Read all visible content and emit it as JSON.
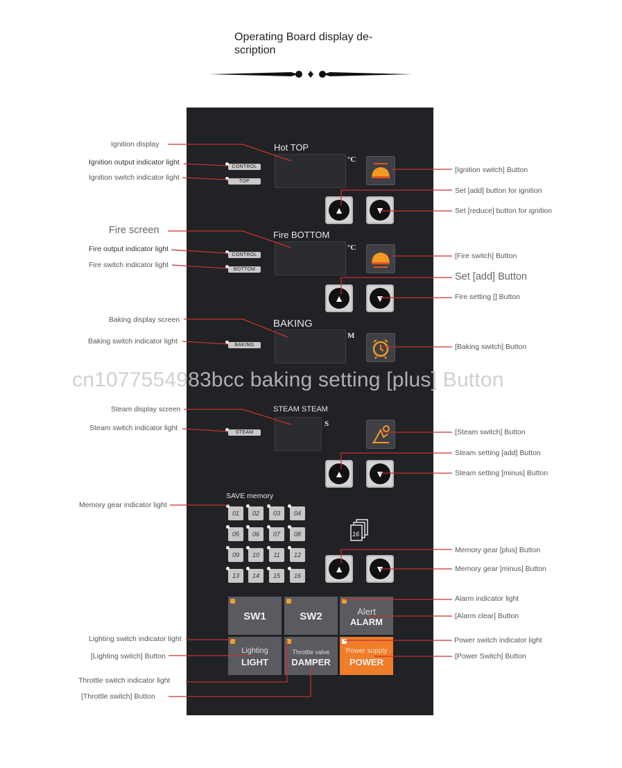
{
  "title": "Operating Board display de-\nscription",
  "watermark": "cn1077554983bcc baking setting [plus] Button",
  "panel": {
    "hot_top": "Hot TOP",
    "fire_bottom": "Fire BOTTOM",
    "baking": "BAKING",
    "steam": "STEAM STEAM",
    "unit_c": "°C",
    "unit_m": "M",
    "unit_s": "S",
    "tag_control": "CONTROL",
    "tag_top": "TOP",
    "tag_bottom": "BOTTOM",
    "tag_baking": "BAKING",
    "tag_steam": "STEAM",
    "save_memory": "SAVE memory",
    "memory_slots": [
      "01",
      "02",
      "03",
      "04",
      "05",
      "06",
      "07",
      "08",
      "09",
      "10",
      "11",
      "12",
      "13",
      "14",
      "15",
      "16"
    ],
    "memory_count": "16",
    "up_symbol": "▲",
    "down_symbol": "▼",
    "keys": {
      "sw1": "SW1",
      "sw2": "SW2",
      "alert": "Alert",
      "alarm": "ALARM",
      "lighting": "Lighting",
      "light": "LIGHT",
      "throttle": "Throttle valve",
      "damper": "DAMPER",
      "power_supply": "Power supply",
      "power": "POWER"
    },
    "colors": {
      "panel": "#202226",
      "power_key": "#ef7d2a",
      "annotation_line": "#c9302c"
    }
  },
  "labels_left": {
    "ignition_display": "Ignition display",
    "ignition_output": "Ignition output indicator light",
    "ignition_switch_light": "Ignition switch indicator light",
    "fire_screen": "Fire screen",
    "fire_output": "Fire output indicator light",
    "fire_switch_light": "Fire switch indicator light",
    "baking_display": "Baking display screen",
    "baking_switch_light": "Baking switch indicator light",
    "steam_display": "Steam display screen",
    "steam_switch_light": "Steam switch indicator light",
    "memory_gear_light": "Memory gear indicator light",
    "lighting_switch_light": "Lighting switch indicator light",
    "lighting_switch_button": "[Lighting switch] Button",
    "throttle_switch_light": "Throttle switch indicator light",
    "throttle_switch_button": "[Throttle switch] Button"
  },
  "labels_right": {
    "ignition_switch_button": "[Ignition switch] Button",
    "set_add_ignition": "Set [add] button for ignition",
    "set_reduce_ignition": "Set [reduce] button for ignition",
    "fire_switch_button": "[Fire switch] Button",
    "set_add": "Set [add] Button",
    "fire_setting": "Fire setting [] Button",
    "baking_switch_button": "[Baking switch] Button",
    "steam_switch_button": "[Steam switch] Button",
    "steam_add": "Steam setting [add] Button",
    "steam_minus": "Steam setting [minus] Button",
    "memory_plus": "Memory gear [plus] Button",
    "memory_minus": "Memory gear [minus] Button",
    "alarm_light": "Alarm indicator light",
    "alarm_clear": "[Alarm clear] Button",
    "power_switch_light": "Power switch indicator light",
    "power_switch_button": "[Power Switch] Button"
  }
}
